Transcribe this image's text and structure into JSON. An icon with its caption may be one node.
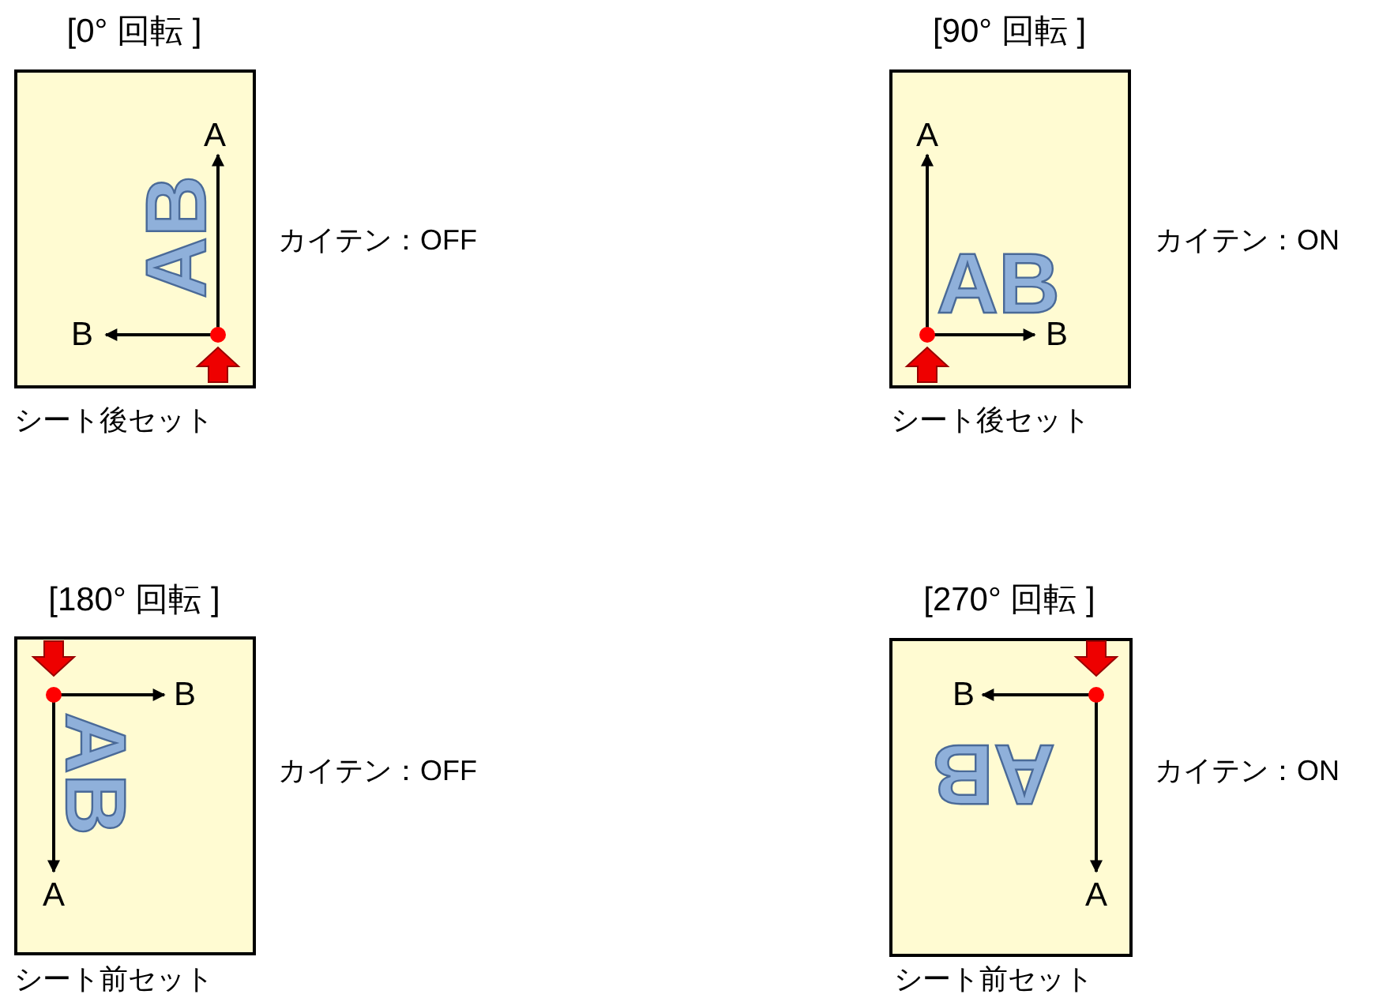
{
  "diagram": {
    "nodes": [
      {
        "text": [
          "[0° 回転 ]",
          "AB"
        ],
        "beside": [
          "シート後セット",
          "カイテン：OFF"
        ]
      },
      {
        "text": [
          "[90° 回転 ]",
          "AB"
        ],
        "beside": [
          "シート後セット",
          "カイテン：ON"
        ]
      },
      {
        "text": [
          "[180° 回転 ]",
          "AB"
        ],
        "beside": [
          "シート前セット",
          "カイテン：OFF"
        ]
      },
      {
        "text": [
          "[270° 回転 ]",
          "AB"
        ],
        "beside": [
          "シート前セット",
          "カイテン：ON"
        ]
      }
    ],
    "labels": [
      "A",
      "B",
      "A",
      "B",
      "B",
      "A",
      "B",
      "A"
    ]
  }
}
